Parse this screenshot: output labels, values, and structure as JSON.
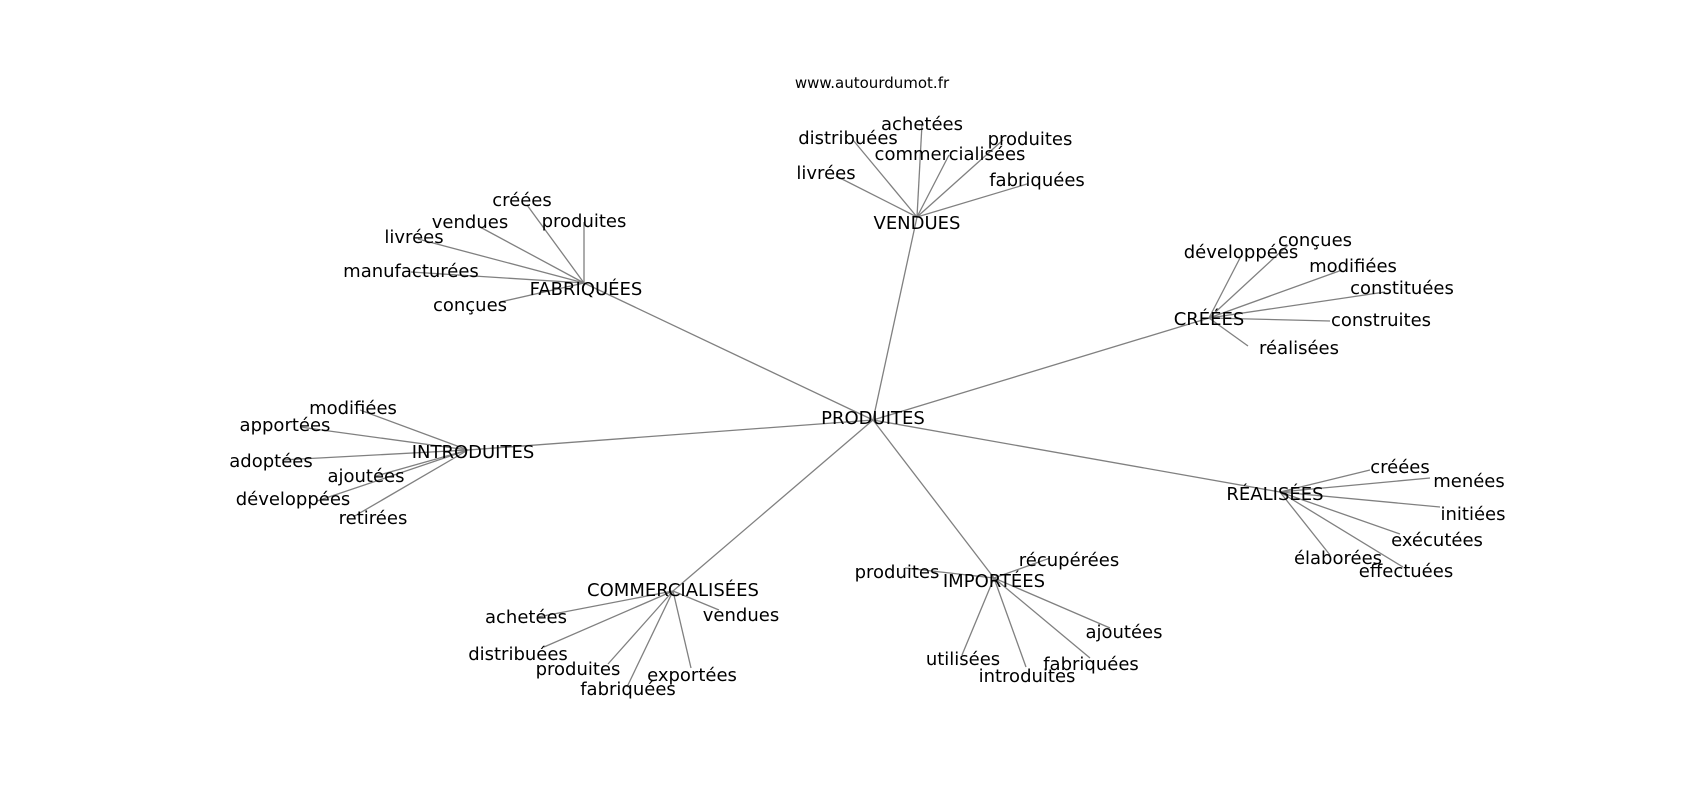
{
  "site": "www.autourdumot.fr",
  "center": "PRODUITES",
  "colors": {
    "edge": "#808080",
    "text": "#000000",
    "background": "#ffffff"
  },
  "hubs": [
    {
      "id": "vendues",
      "label": "VENDUES",
      "leaves": [
        "achetées",
        "distribuées",
        "produites",
        "commercialisées",
        "livrées",
        "fabriquées"
      ]
    },
    {
      "id": "fabriquees",
      "label": "FABRIQUÉES",
      "leaves": [
        "créées",
        "vendues",
        "produites",
        "livrées",
        "manufacturées",
        "conçues"
      ]
    },
    {
      "id": "creees",
      "label": "CRÉÉES",
      "leaves": [
        "conçues",
        "développées",
        "modifiées",
        "constituées",
        "construites",
        "réalisées"
      ]
    },
    {
      "id": "introduites",
      "label": "INTRODUITES",
      "leaves": [
        "modifiées",
        "apportées",
        "adoptées",
        "ajoutées",
        "développées",
        "retirées"
      ]
    },
    {
      "id": "realisees",
      "label": "RÉALISÉES",
      "leaves": [
        "créées",
        "menées",
        "initiées",
        "exécutées",
        "élaborées",
        "effectuées"
      ]
    },
    {
      "id": "commercialisees",
      "label": "COMMERCIALISÉES",
      "leaves": [
        "achetées",
        "vendues",
        "distribuées",
        "produites",
        "exportées",
        "fabriquées"
      ]
    },
    {
      "id": "importees",
      "label": "IMPORTÉES",
      "leaves": [
        "récupérées",
        "produites",
        "ajoutées",
        "utilisées",
        "fabriquées",
        "introduites"
      ]
    }
  ]
}
